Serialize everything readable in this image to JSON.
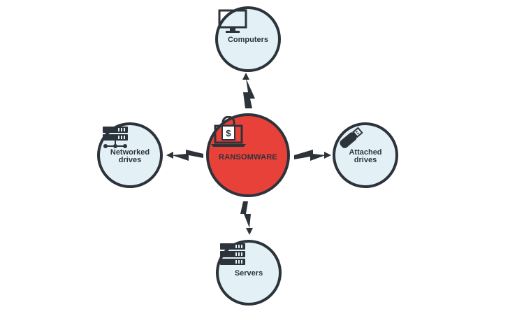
{
  "center": {
    "label": "RANSOMWARE",
    "icon": "laptop-lock-dollar-icon",
    "fill": "#e8413a"
  },
  "nodes": {
    "top": {
      "label": "Computers",
      "icon": "monitor-icon"
    },
    "left": {
      "label_line1": "Networked",
      "label_line2": "drives",
      "icon": "network-drive-icon"
    },
    "right": {
      "label_line1": "Attached",
      "label_line2": "drives",
      "icon": "usb-drive-icon"
    },
    "bottom": {
      "label": "Servers",
      "icon": "server-stack-icon"
    }
  },
  "colors": {
    "node_fill": "#e3f1f7",
    "outline": "#2c333a",
    "accent": "#e8413a"
  }
}
